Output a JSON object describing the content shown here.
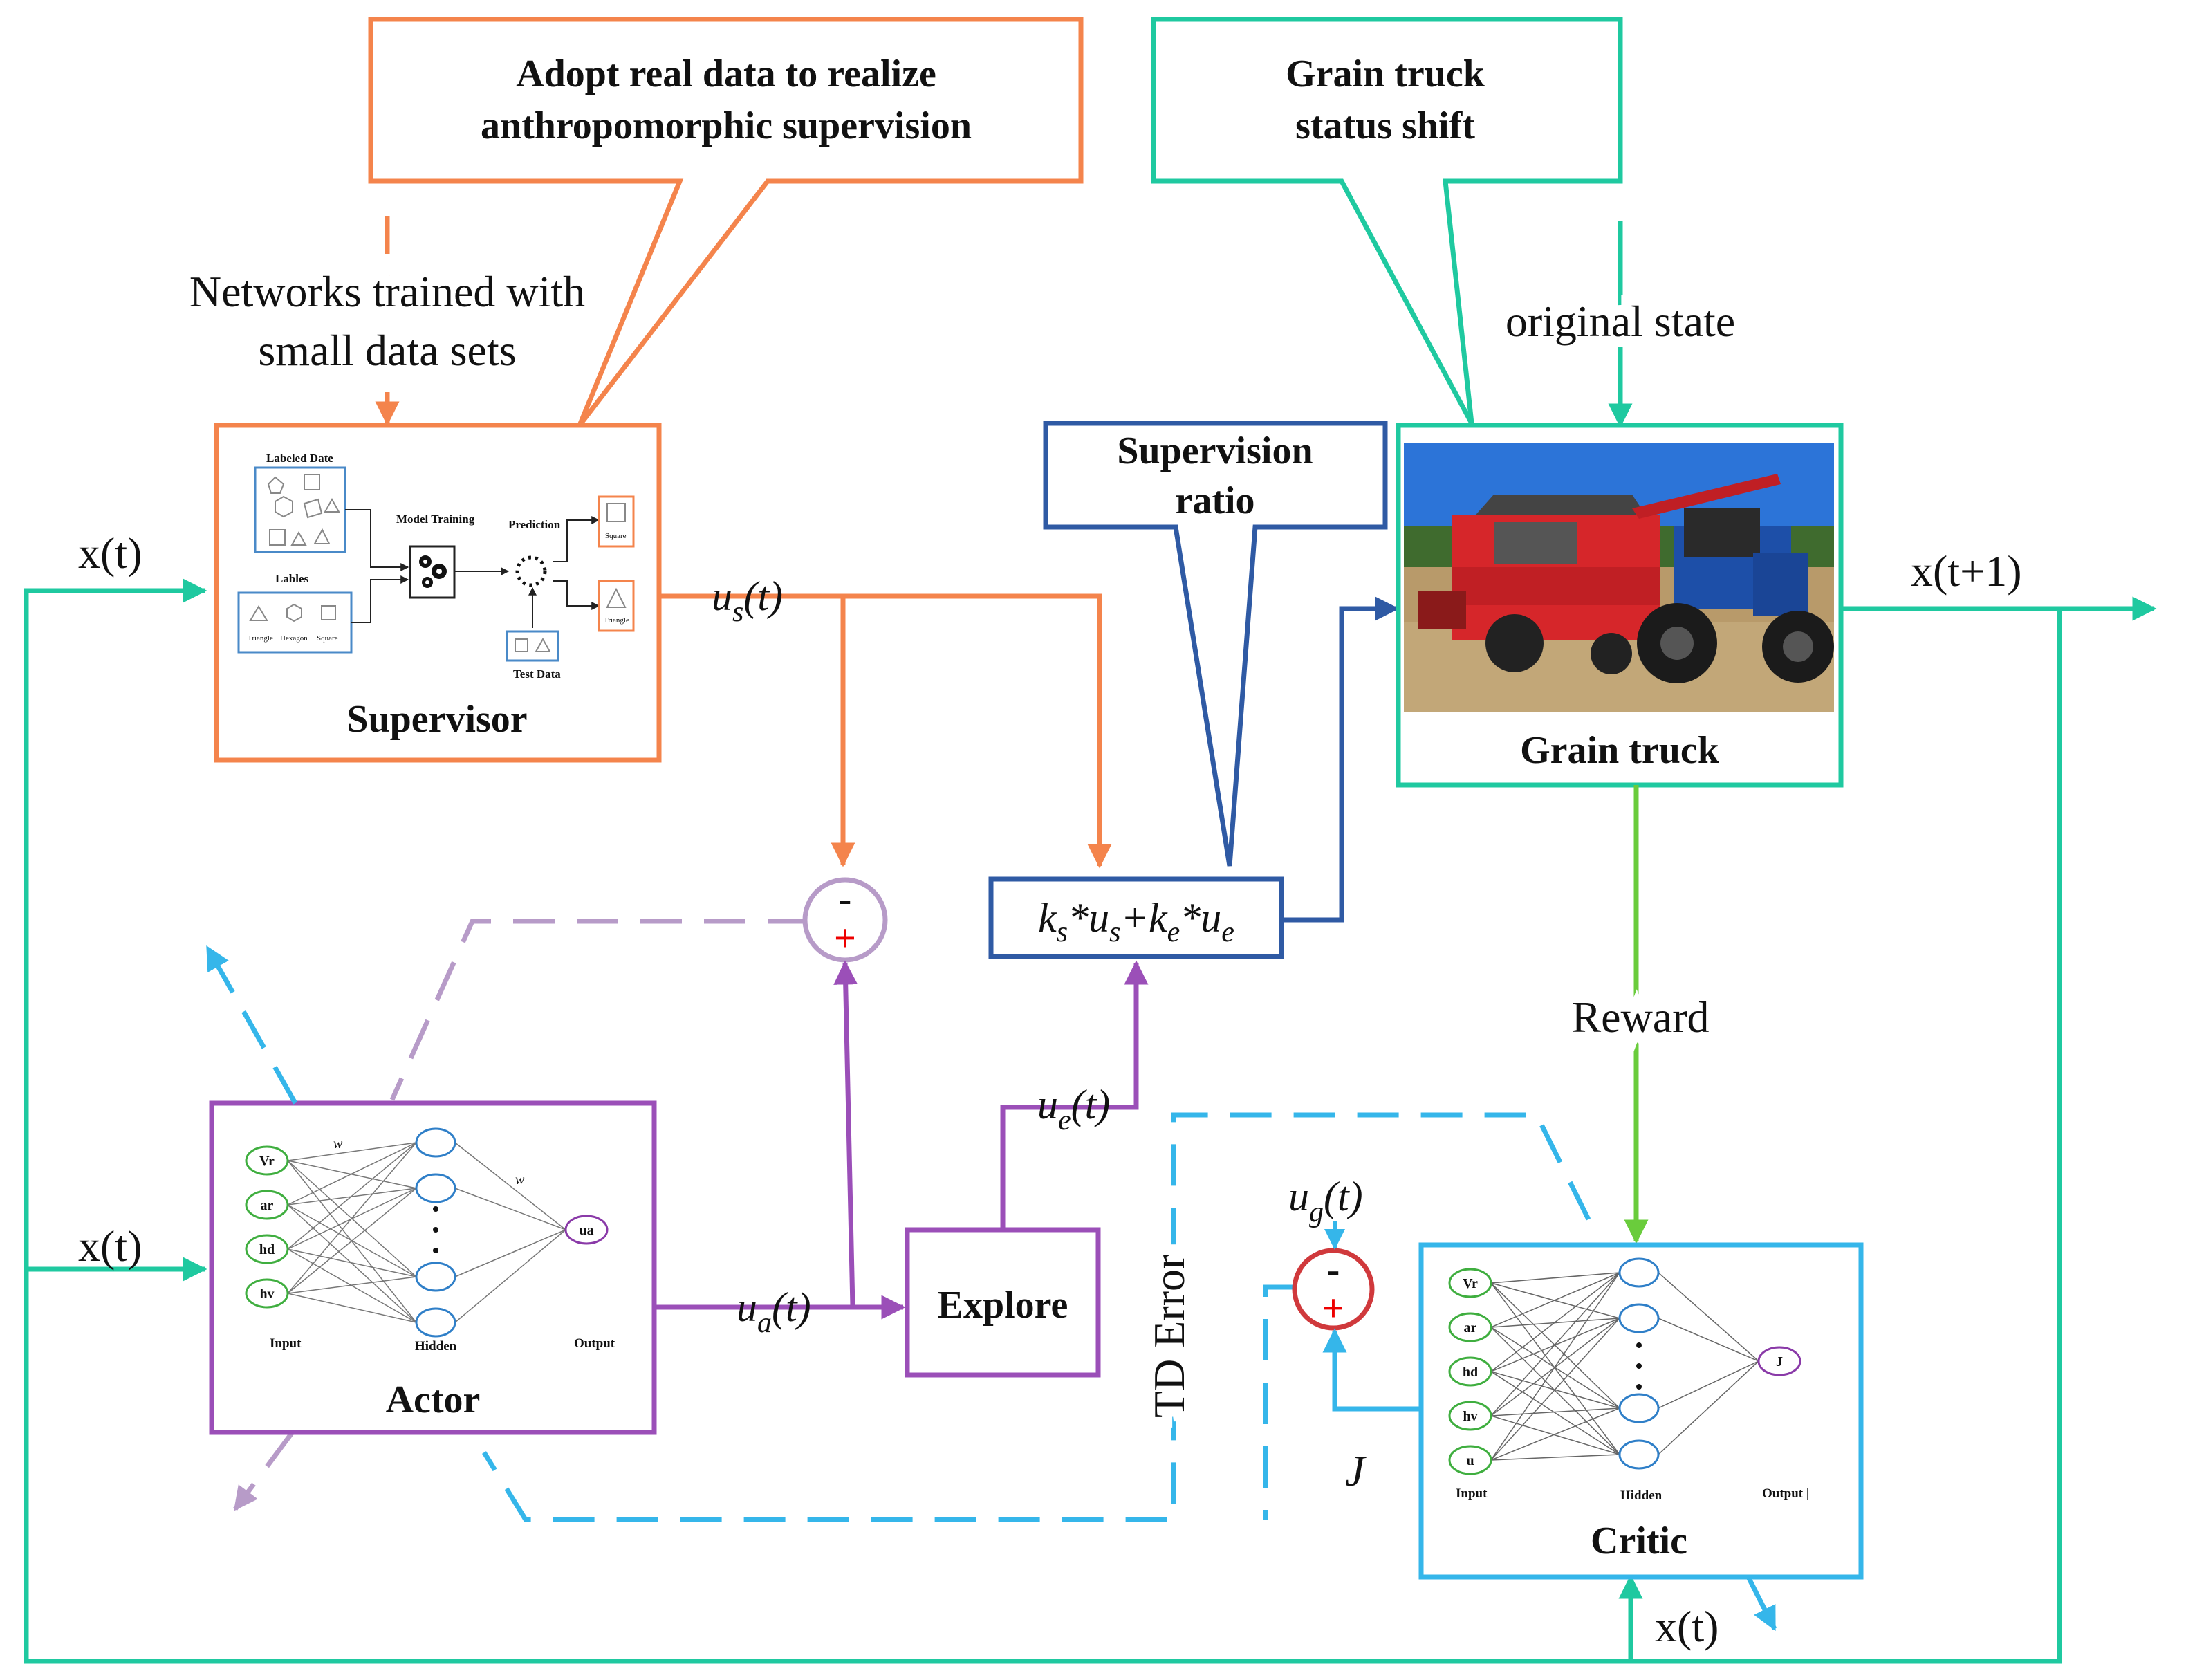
{
  "callouts": {
    "supervision": {
      "line1": "Adopt real data to realize",
      "line2": "anthropomorphic supervision"
    },
    "grain_shift": {
      "line1": "Grain truck",
      "line2": "status shift"
    },
    "ratio": {
      "line1": "Supervision",
      "line2": "ratio"
    }
  },
  "labels": {
    "networks_line1": "Networks trained with",
    "networks_line2": "small data sets",
    "original_state": "original state",
    "reward": "Reward",
    "td_error": "TD Error",
    "xt": "x(t)",
    "xt1": "x(t+1)",
    "J": "J"
  },
  "signals": {
    "us_base": "u",
    "us_sub": "s",
    "us_arg": "(t)",
    "ua_base": "u",
    "ua_sub": "a",
    "ua_arg": "(t)",
    "ue_base": "u",
    "ue_sub": "e",
    "ue_arg": "(t)",
    "ug_base": "u",
    "ug_sub": "g",
    "ug_arg": "(t)"
  },
  "formula": {
    "k": "k",
    "s": "s",
    "star": "*",
    "u": "u",
    "plus": "+",
    "e": "e"
  },
  "blocks": {
    "supervisor": {
      "title": "Supervisor",
      "labeled_date": "Labeled Date",
      "lables": "Lables",
      "model_training": "Model Training",
      "prediction": "Prediction",
      "test_data": "Test Data",
      "shapes": [
        "Triangle",
        "Hexagon",
        "Square"
      ],
      "out_square": "Square",
      "out_triangle": "Triangle"
    },
    "grain_truck": {
      "title": "Grain truck"
    },
    "actor": {
      "title": "Actor",
      "inputs": [
        "Vr",
        "ar",
        "hd",
        "hv"
      ],
      "output": "ua",
      "w1": "w",
      "w2": "w",
      "col_input": "Input",
      "col_hidden": "Hidden",
      "col_output": "Output"
    },
    "explore": {
      "title": "Explore"
    },
    "critic": {
      "title": "Critic",
      "inputs": [
        "Vr",
        "ar",
        "hd",
        "hv",
        "u"
      ],
      "output": "J",
      "col_input": "Input",
      "col_hidden": "Hidden",
      "col_output": "Output |"
    }
  },
  "sum_signs": {
    "minus": "-",
    "plus": "+"
  },
  "colors": {
    "orange": "#f4844c",
    "teal": "#1fc9a0",
    "navy": "#2f5aa4",
    "purple": "#9b4fb8",
    "light_purple": "#b79bc8",
    "cyan": "#35b6ea",
    "green": "#6acc3c",
    "red": "#d0393c",
    "red_sign": "#ee0000"
  }
}
